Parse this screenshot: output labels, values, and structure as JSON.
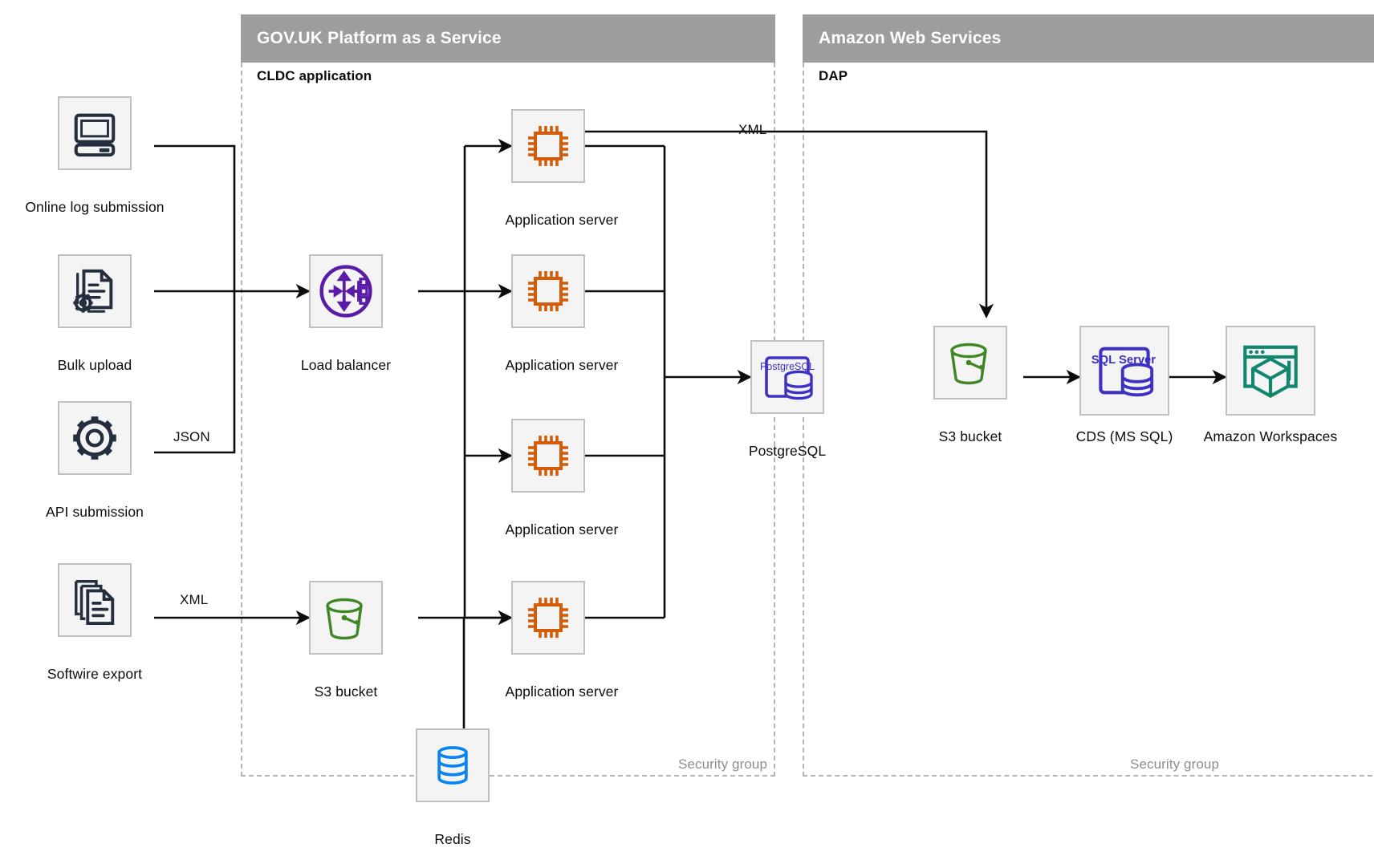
{
  "groups": [
    {
      "id": "paas",
      "title": "GOV.UK Platform as a Service",
      "sublabel": "CLDC application",
      "security_label": "Security group"
    },
    {
      "id": "aws",
      "title": "Amazon Web Services",
      "sublabel": "DAP",
      "security_label": "Security group"
    }
  ],
  "nodes": [
    {
      "id": "online-log-submission",
      "label": "Online log submission",
      "icon": "desktop-computer-icon",
      "color": "#232f3e"
    },
    {
      "id": "bulk-upload",
      "label": "Bulk upload",
      "icon": "document-gear-icon",
      "color": "#232f3e"
    },
    {
      "id": "api-submission",
      "label": "API submission",
      "icon": "gear-icon",
      "color": "#232f3e"
    },
    {
      "id": "softwire-export",
      "label": "Softwire export",
      "icon": "document-stack-icon",
      "color": "#232f3e"
    },
    {
      "id": "load-balancer",
      "label": "Load balancer",
      "icon": "load-balancer-icon",
      "color": "#5a1ba9"
    },
    {
      "id": "app-server-1",
      "label": "Application server",
      "icon": "cpu-chip-icon",
      "color": "#d45b07"
    },
    {
      "id": "app-server-2",
      "label": "Application server",
      "icon": "cpu-chip-icon",
      "color": "#d45b07"
    },
    {
      "id": "app-server-3",
      "label": "Application server",
      "icon": "cpu-chip-icon",
      "color": "#d45b07"
    },
    {
      "id": "app-server-4",
      "label": "Application server",
      "icon": "cpu-chip-icon",
      "color": "#d45b07"
    },
    {
      "id": "postgresql",
      "label": "PostgreSQL",
      "icon": "postgresql-database-icon",
      "color": "#3d31c4",
      "badge": "PostgreSQL"
    },
    {
      "id": "s3-bucket-paas",
      "label": "S3 bucket",
      "icon": "s3-bucket-icon",
      "color": "#3f8624"
    },
    {
      "id": "redis",
      "label": "Redis",
      "icon": "redis-database-icon",
      "color": "#0a84f0"
    },
    {
      "id": "s3-bucket-aws",
      "label": "S3 bucket",
      "icon": "s3-bucket-icon",
      "color": "#3f8624"
    },
    {
      "id": "cds-ms-sql",
      "label": "CDS (MS SQL)",
      "icon": "sql-server-database-icon",
      "color": "#3d31c4",
      "badge": "SQL Server"
    },
    {
      "id": "amazon-workspaces",
      "label": "Amazon Workspaces",
      "icon": "amazon-workspaces-icon",
      "color": "#11866f"
    }
  ],
  "edge_labels": [
    {
      "id": "json-label",
      "text": "JSON"
    },
    {
      "id": "xml-softwire-label",
      "text": "XML"
    },
    {
      "id": "xml-dap-label",
      "text": "XML"
    }
  ],
  "colors": {
    "group_header_bg": "#9d9d9d",
    "group_header_text": "#ffffff",
    "node_bg": "#f4f4f4",
    "node_border": "#c0c0c0",
    "dashed_border": "#b4b4b4",
    "text": "#0b0c0c",
    "muted_text": "#8e8e8e",
    "wire": "#0b0c0c"
  }
}
